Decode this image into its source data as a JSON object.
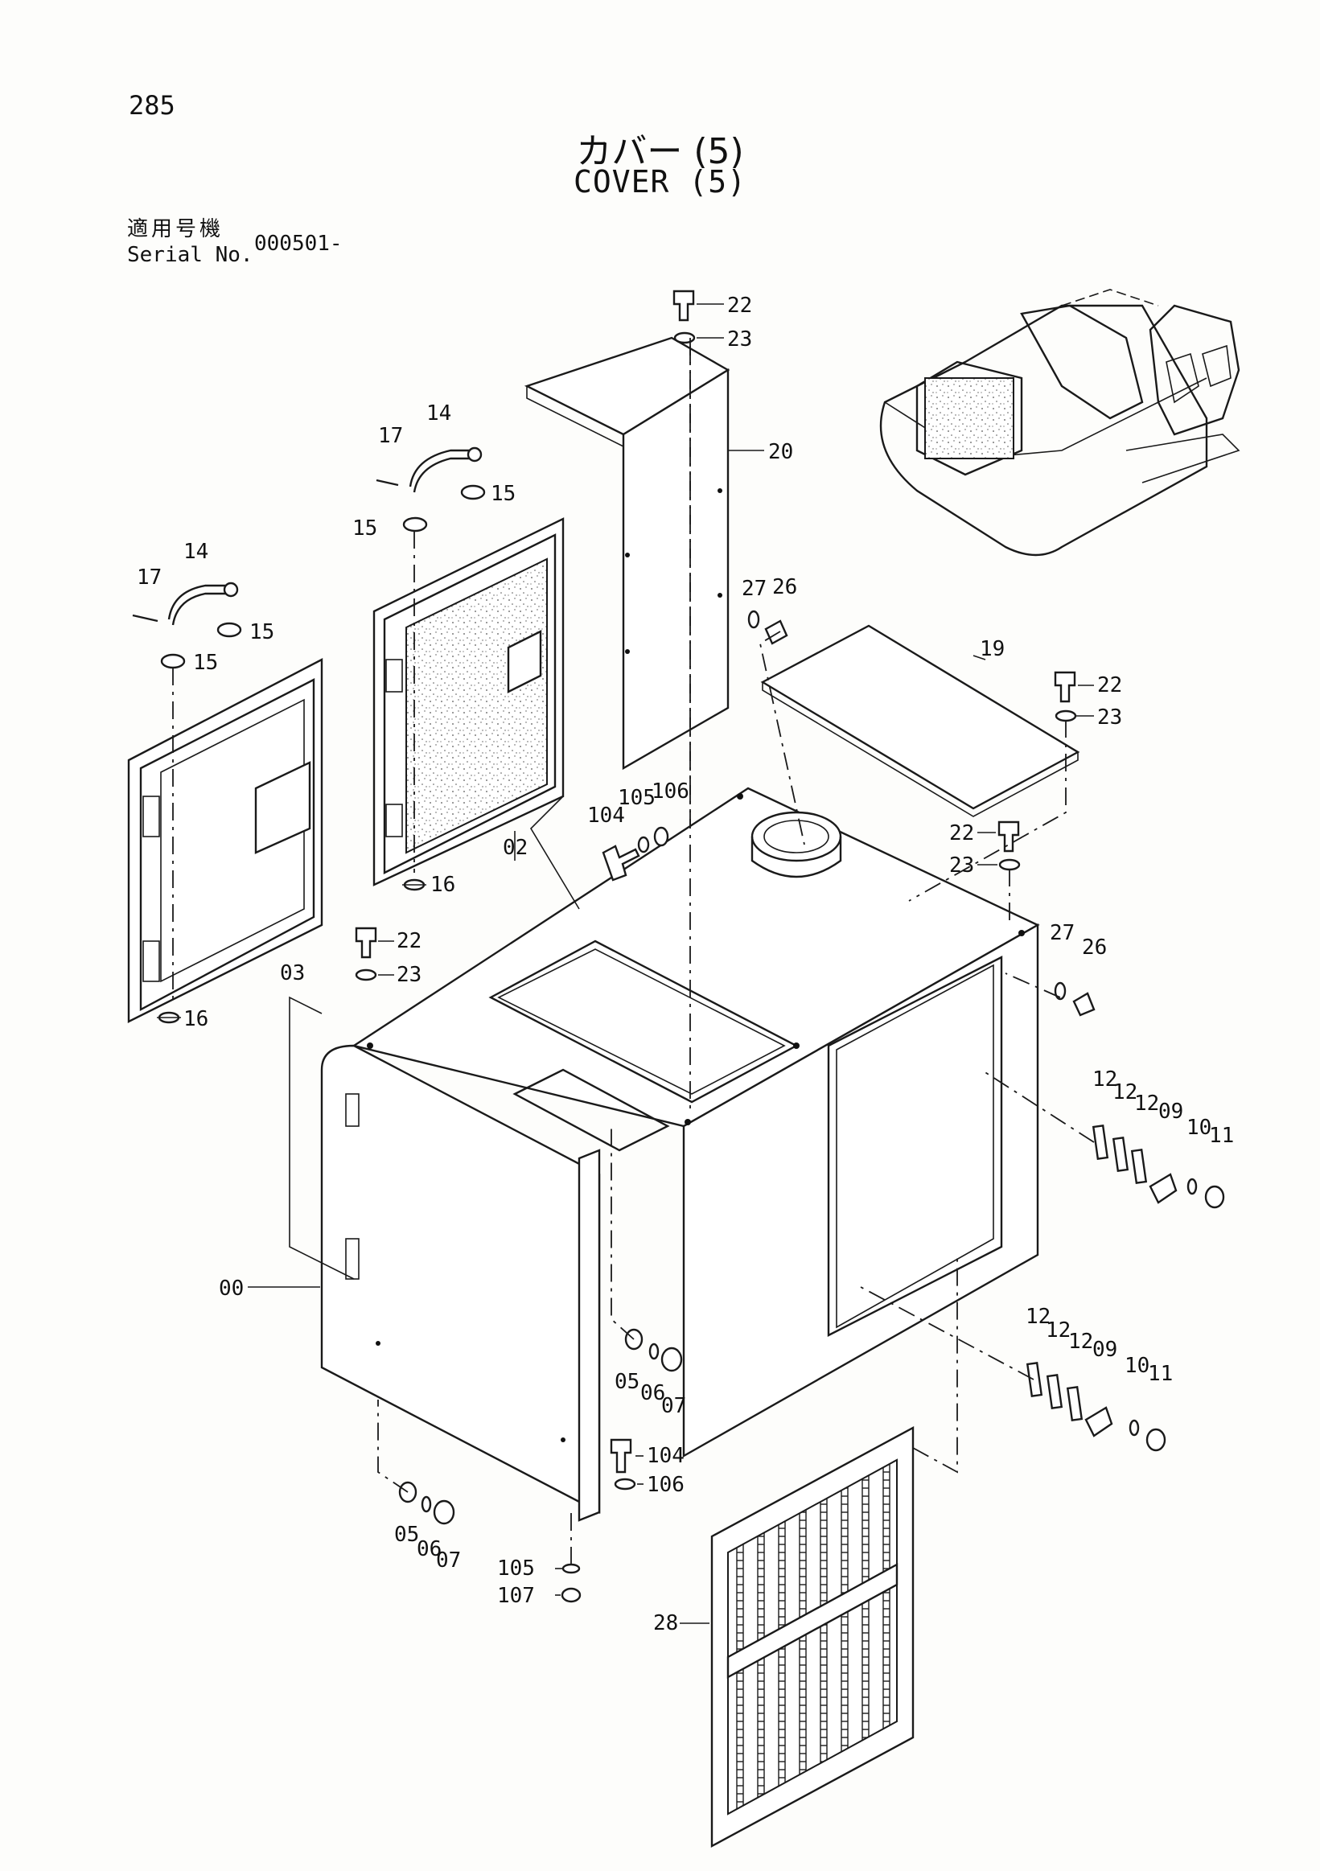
{
  "page": {
    "number": "285",
    "title_ja": "カバー (5)",
    "title_en": "COVER (5)"
  },
  "serial": {
    "label_ja": "適用号機",
    "label_en": "Serial No.",
    "value": "000501-"
  },
  "callouts": {
    "c22a": "22",
    "c23a": "23",
    "c20": "20",
    "c14a": "14",
    "c17a": "17",
    "c15a": "15",
    "c15b": "15",
    "c14b": "14",
    "c17b": "17",
    "c15c": "15",
    "c15d": "15",
    "c27a": "27",
    "c26a": "26",
    "c19": "19",
    "c22b": "22",
    "c23b": "23",
    "c105a": "105",
    "c106a": "106",
    "c104a": "104",
    "c22c": "22",
    "c23c": "23",
    "c02": "02",
    "c16a": "16",
    "c27b": "27",
    "c26b": "26",
    "c03": "03",
    "c16b": "16",
    "c22d": "22",
    "c23d": "23",
    "c12a": "12",
    "c12b": "12",
    "c12c": "12",
    "c09a": "09",
    "c10a": "10",
    "c11a": "11",
    "c00": "00",
    "c12d": "12",
    "c12e": "12",
    "c12f": "12",
    "c09b": "09",
    "c10b": "10",
    "c11b": "11",
    "c05a": "05",
    "c06a": "06",
    "c07a": "07",
    "c104b": "104",
    "c106b": "106",
    "c05b": "05",
    "c06b": "06",
    "c07b": "07",
    "c105b": "105",
    "c107": "107",
    "c28": "28"
  }
}
